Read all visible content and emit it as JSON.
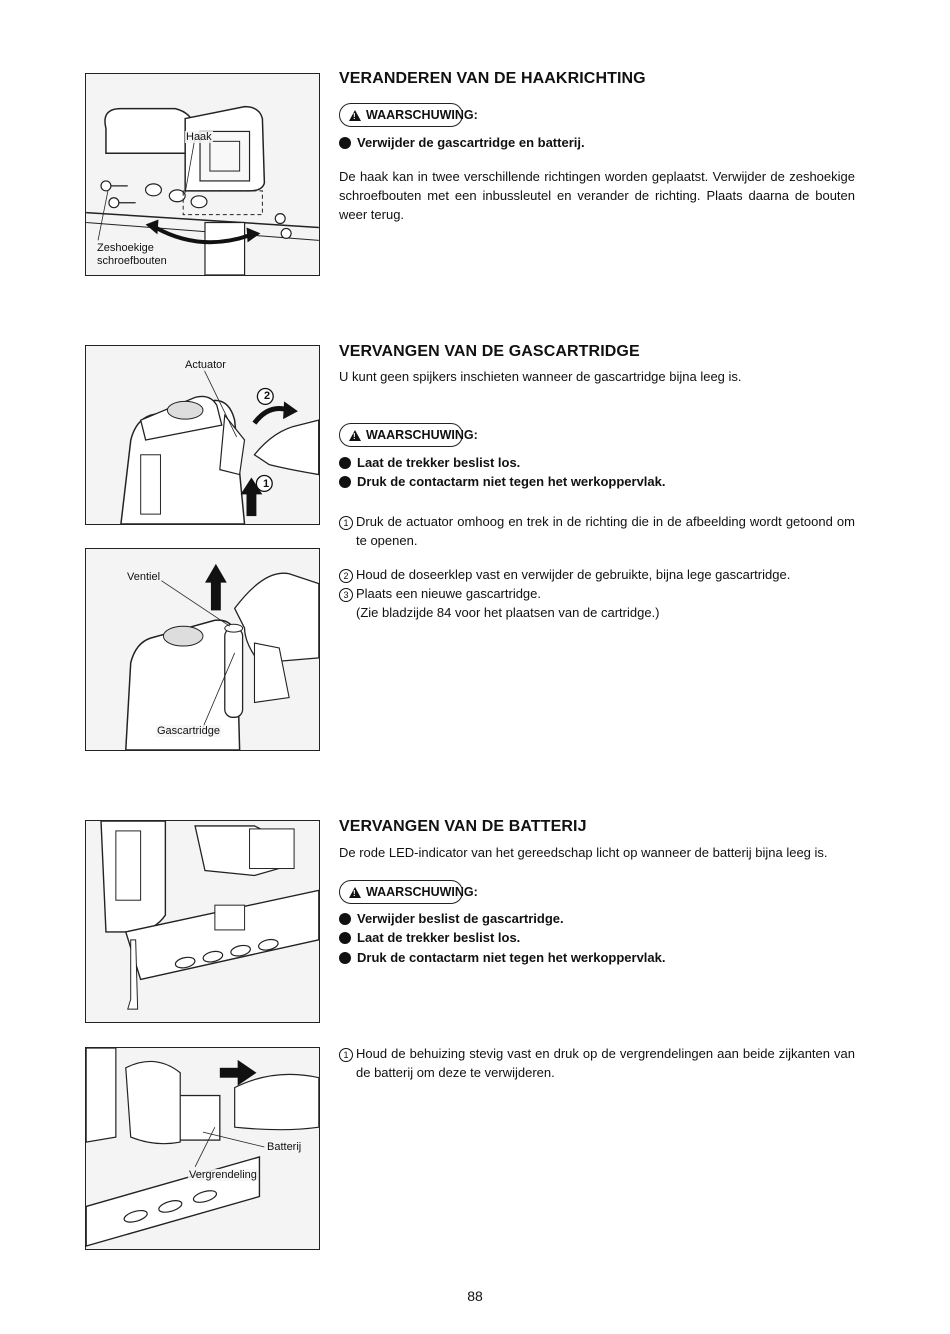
{
  "section1": {
    "heading": "VERANDEREN VAN DE HAAKRICHTING",
    "warning_label": "WAARSCHUWING:",
    "bullets": [
      "Verwijder de gascartridge en batterij."
    ],
    "paragraph": "De haak kan in twee verschillende richtingen worden geplaatst. Verwijder de zeshoekige schroefbouten met een inbussleutel en verander de richting. Plaats daarna de bouten weer terug.",
    "figure": {
      "callout_haak": "Haak",
      "callout_bolts_1": "Zeshoekige",
      "callout_bolts_2": "schroefbouten"
    }
  },
  "section2": {
    "heading": "VERVANGEN VAN DE GASCARTRIDGE",
    "intro": "U kunt geen spijkers inschieten wanneer de gascartridge bijna leeg is.",
    "warning_label": "WAARSCHUWING:",
    "bullets": [
      "Laat de trekker beslist los.",
      "Druk de contactarm niet tegen het werkoppervlak."
    ],
    "steps": [
      {
        "num": "1",
        "text": "Druk de actuator omhoog en trek in de richting die in de afbeelding wordt getoond om te openen."
      },
      {
        "num": "2",
        "text": "Houd de doseerklep vast en verwijder de gebruikte, bijna lege gascartridge."
      },
      {
        "num": "3",
        "text": "Plaats een nieuwe gascartridge."
      }
    ],
    "note": "(Zie bladzijde 84 voor het plaatsen van de cartridge.)",
    "figure_a": {
      "callout_actuator": "Actuator",
      "marker_1": "1",
      "marker_2": "2"
    },
    "figure_b": {
      "callout_ventiel": "Ventiel",
      "callout_gascartridge": "Gascartridge"
    }
  },
  "section3": {
    "heading": "VERVANGEN VAN DE BATTERIJ",
    "intro": "De rode LED-indicator van het gereedschap licht op wanneer de batterij bijna leeg is.",
    "warning_label": "WAARSCHUWING:",
    "bullets": [
      "Verwijder beslist de gascartridge.",
      "Laat de trekker beslist los.",
      "Druk de contactarm niet tegen het werkoppervlak."
    ],
    "steps": [
      {
        "num": "1",
        "text": "Houd de behuizing stevig vast en druk op de vergrendelingen aan beide zijkanten van de batterij om deze te verwijderen."
      }
    ],
    "figure_b": {
      "callout_batterij": "Batterij",
      "callout_vergrendeling": "Vergrendeling"
    }
  },
  "page_number": "88"
}
